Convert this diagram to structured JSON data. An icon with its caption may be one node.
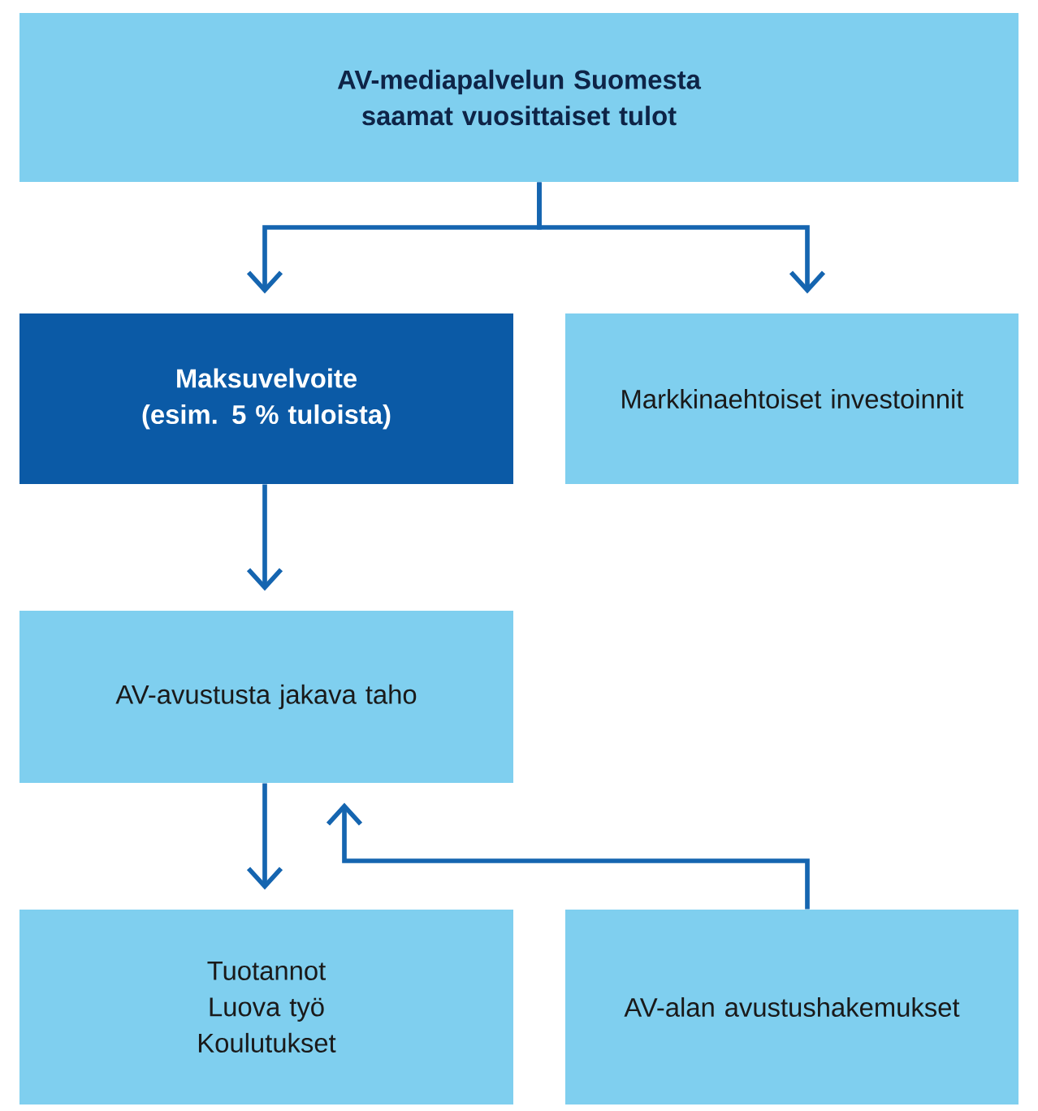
{
  "diagram": {
    "nodes": [
      {
        "text": [
          "AV-mediapalvelun Suomesta saamat vuosittaiset tulot"
        ]
      },
      {
        "text": [
          "Maksuvelvoite (esim. 5 % tuloista)"
        ]
      },
      {
        "text": [
          "Markkinaehtoiset investoinnit"
        ]
      },
      {
        "text": [
          "AV-avustusta jakava taho"
        ]
      },
      {
        "text": [
          "Tuotannot Luova työ Koulutukset"
        ]
      },
      {
        "text": [
          "AV-alan avustushakemukset"
        ]
      }
    ],
    "edges": [
      {
        "from": 0,
        "to": 1,
        "arrow": "to"
      },
      {
        "from": 0,
        "to": 2,
        "arrow": "to"
      },
      {
        "from": 1,
        "to": 3,
        "arrow": "to"
      },
      {
        "from": 3,
        "to": 4,
        "arrow": "to"
      },
      {
        "from": 5,
        "to": 3,
        "arrow": "to"
      }
    ]
  }
}
